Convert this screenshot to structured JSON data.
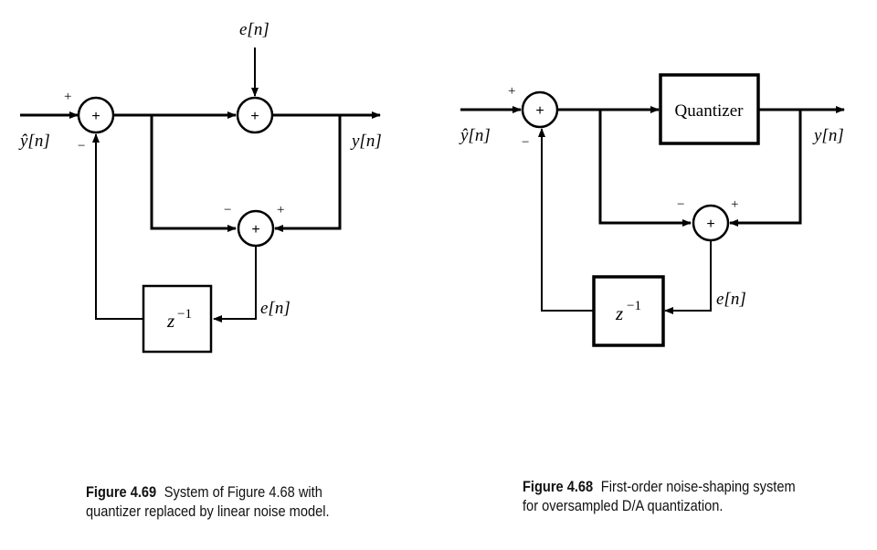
{
  "figure_left": {
    "input_label": "ŷ[n]",
    "output_label": "y[n]",
    "noise_top_label": "e[n]",
    "noise_bottom_label": "e[n]",
    "delay_label": "z",
    "delay_exp": "−1",
    "sum_symbol": "+",
    "sign_plus": "+",
    "sign_minus": "−",
    "caption_number": "Figure 4.69",
    "caption_text": "System of Figure 4.68 with quantizer replaced by linear noise model."
  },
  "figure_right": {
    "input_label": "ŷ[n]",
    "output_label": "y[n]",
    "noise_label": "e[n]",
    "quantizer_label": "Quantizer",
    "delay_label": "z",
    "delay_exp": "−1",
    "sum_symbol": "+",
    "sign_plus": "+",
    "sign_minus": "−",
    "caption_number": "Figure 4.68",
    "caption_text": "First-order noise-shaping system for oversampled D/A quantization."
  }
}
